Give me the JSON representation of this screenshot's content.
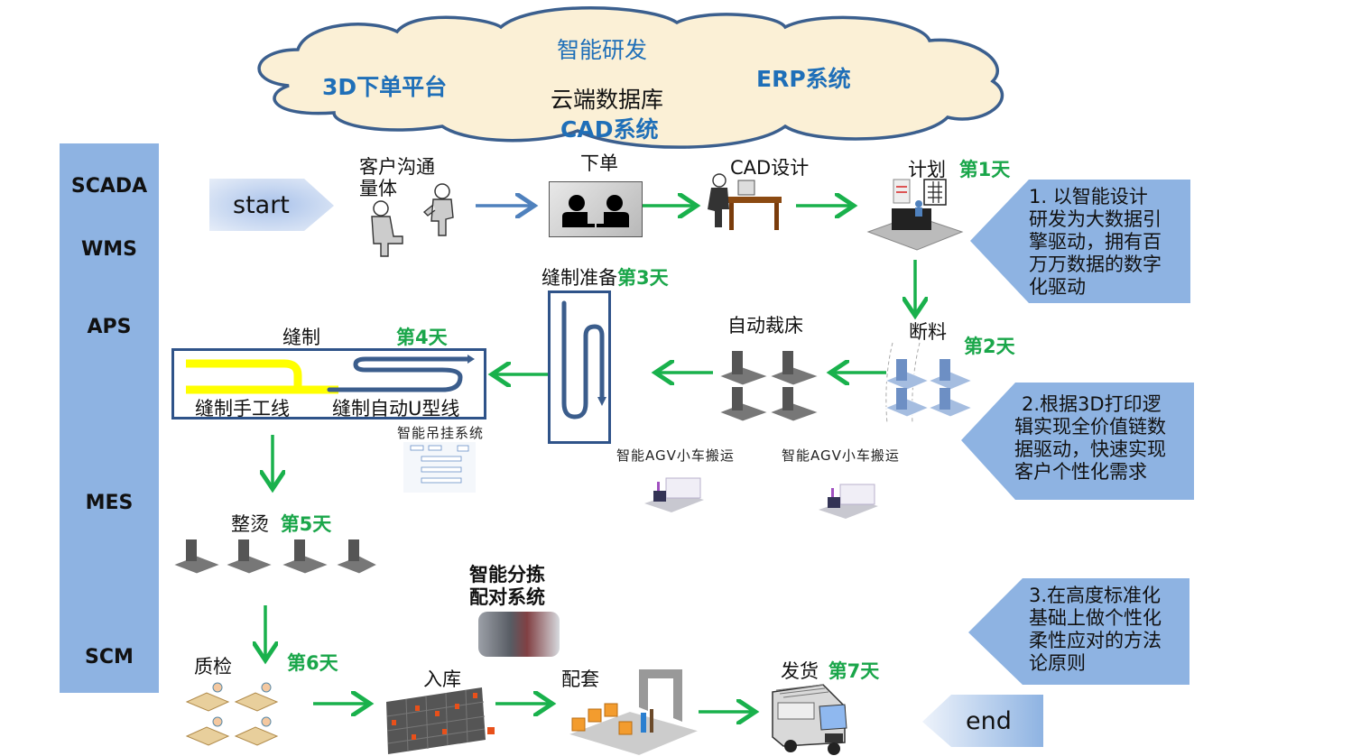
{
  "cloud": {
    "items": [
      "智能研发",
      "3D下单平台",
      "ERP系统",
      "云端数据库",
      "CAD系统"
    ]
  },
  "systems_bar": {
    "items": [
      "SCADA",
      "WMS",
      "APS",
      "MES",
      "SCM"
    ],
    "color": "#8eb3e2"
  },
  "start_label": "start",
  "end_label": "end",
  "steps": {
    "customer": {
      "label_line1": "客户沟通",
      "label_line2": "量体"
    },
    "order": {
      "label": "下单"
    },
    "cad": {
      "label": "CAD设计"
    },
    "plan": {
      "label": "计划",
      "day": "第1天"
    },
    "cutting": {
      "label": "断料",
      "day": "第2天"
    },
    "auto_cut": {
      "label": "自动裁床"
    },
    "sew_prep": {
      "label": "缝制准备",
      "day": "第3天"
    },
    "sewing": {
      "label": "缝制",
      "day": "第4天",
      "manual_line": "缝制手工线",
      "auto_line": "缝制自动U型线"
    },
    "hanging": {
      "label": "智能吊挂系统"
    },
    "agv1": {
      "label": "智能AGV小车搬运"
    },
    "agv2": {
      "label": "智能AGV小车搬运"
    },
    "ironing": {
      "label": "整烫",
      "day": "第5天"
    },
    "sorting": {
      "label_line1": "智能分拣",
      "label_line2": "配对系统"
    },
    "qc": {
      "label": "质检",
      "day": "第6天"
    },
    "warehouse": {
      "label": "入库"
    },
    "kitting": {
      "label": "配套"
    },
    "shipping": {
      "label": "发货",
      "day": "第7天"
    }
  },
  "notes": [
    {
      "lines": [
        "1. 以智能设计",
        "研发为大数据引",
        "擎驱动，拥有百",
        "万万数据的数字",
        "化驱动"
      ]
    },
    {
      "lines": [
        "2.根据3D打印逻",
        "辑实现全价值链数",
        "据驱动，快速实现",
        "客户个性化需求"
      ]
    },
    {
      "lines": [
        "3.在高度标准化",
        "基础上做个性化",
        "柔性应对的方法",
        "论原则"
      ]
    }
  ],
  "colors": {
    "flow_arrow": "#19b14c",
    "first_arrow": "#4f81bd",
    "day_text": "#1aa64a",
    "note_fill": "#8eb3e2",
    "box_border": "#2f5389",
    "u_line": "#3b5d8c",
    "manual_line": "#ffff00",
    "cloud_fill": "#fbf0d6",
    "cloud_stroke": "#3b5f8e"
  }
}
